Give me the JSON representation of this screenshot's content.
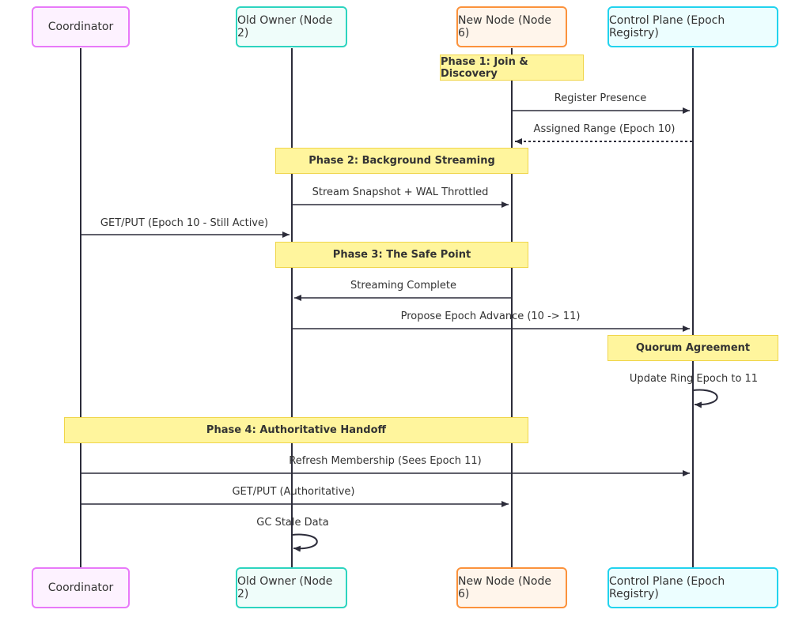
{
  "actors": {
    "coordinator": {
      "label": "Coordinator",
      "border": "#e879f9",
      "fill": "#fdf2ff"
    },
    "old_owner": {
      "label": "Old Owner (Node 2)",
      "border": "#2dd4bf",
      "fill": "#effdfa"
    },
    "new_node": {
      "label": "New Node (Node 6)",
      "border": "#fb923c",
      "fill": "#fff5eb"
    },
    "control_plane": {
      "label": "Control Plane (Epoch Registry)",
      "border": "#22d3ee",
      "fill": "#ecfeff"
    }
  },
  "notes": {
    "phase1": "Phase 1: Join & Discovery",
    "phase2": "Phase 2: Background Streaming",
    "phase3": "Phase 3: The Safe Point",
    "quorum": "Quorum Agreement",
    "phase4": "Phase 4: Authoritative Handoff"
  },
  "messages": {
    "m1": "Register Presence",
    "m2": "Assigned Range (Epoch 10)",
    "m3": "Stream Snapshot + WAL Throttled",
    "m4": "GET/PUT (Epoch 10 - Still Active)",
    "m5": "Streaming Complete",
    "m6": "Propose Epoch Advance (10 -> 11)",
    "m7": "Update Ring Epoch to 11",
    "m8": "Refresh Membership (Sees Epoch 11)",
    "m9": "GET/PUT (Authoritative)",
    "m10": "GC Stale Data"
  },
  "colors": {
    "line": "#2c2c3a",
    "note_fill": "#fff59d",
    "note_border": "#f0d54a"
  }
}
